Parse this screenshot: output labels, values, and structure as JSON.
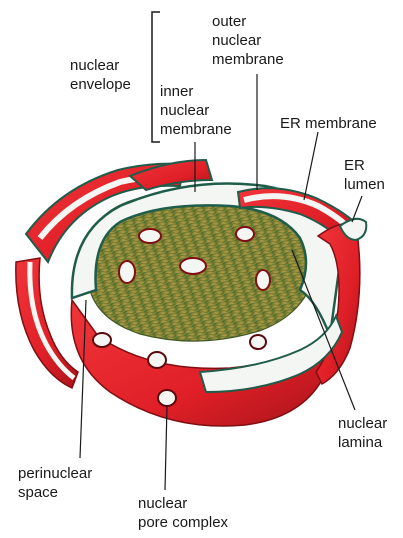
{
  "labels": {
    "nuclear_envelope": "nuclear\nenvelope",
    "outer_nuclear_membrane": "outer\nnuclear\nmembrane",
    "inner_nuclear_membrane": "inner\nnuclear\nmembrane",
    "er_membrane": "ER membrane",
    "er_lumen": "ER\nlumen",
    "nuclear_lamina": "nuclear\nlamina",
    "perinuclear_space": "perinuclear\nspace",
    "nuclear_pore_complex": "nuclear\npore complex"
  },
  "colors": {
    "envelope_red": "#e8232a",
    "envelope_dark": "#b3151b",
    "lumen_white": "#f4f6f3",
    "membrane_edge": "#1f5c4a",
    "lamina_gold": "#c99a3a",
    "lamina_green": "#5d7a2e",
    "label_text": "#1a1a1a"
  }
}
